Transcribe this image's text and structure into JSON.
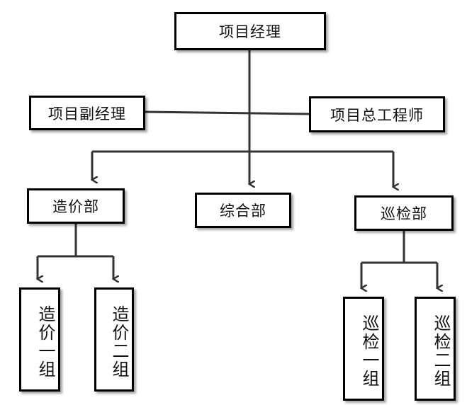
{
  "org_chart": {
    "project_manager": "项目经理",
    "deputy_manager": "项目副经理",
    "chief_engineer": "项目总工程师",
    "departments": {
      "cost": "造价部",
      "general": "综合部",
      "inspection": "巡检部"
    },
    "groups": {
      "cost_group_1": "造价一组",
      "cost_group_2": "造价二组",
      "inspection_group_1": "巡检一组",
      "inspection_group_2": "巡检二组"
    }
  },
  "colors": {
    "line": "#333333",
    "border": "#000000",
    "background": "#ffffff"
  }
}
